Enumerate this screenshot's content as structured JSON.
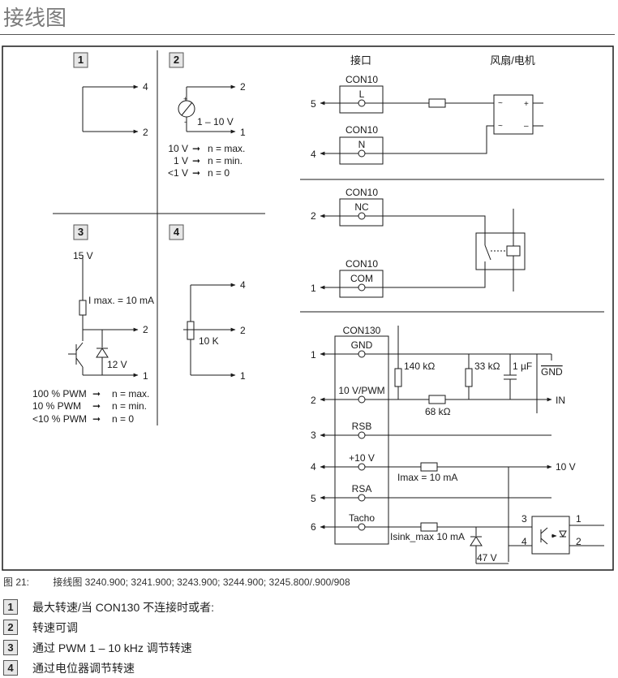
{
  "page": {
    "title": "接线图"
  },
  "left_panel": {
    "boxes": [
      "1",
      "2",
      "3",
      "4"
    ],
    "p1": {
      "pin_a": "4",
      "pin_b": "2"
    },
    "p2": {
      "pin_a": "2",
      "pin_b": "1",
      "plus": "+",
      "minus": "-",
      "voltage": "1 – 10 V",
      "lines": [
        {
          "in": "10 V",
          "out": "n = max."
        },
        {
          "in": "1 V",
          "out": "n = min."
        },
        {
          "in": "<1 V",
          "out": "n = 0"
        }
      ]
    },
    "p3": {
      "supply": "15 V",
      "imax": "I max. = 10 mA",
      "pin_a": "2",
      "pin_b": "1",
      "zener": "12 V",
      "lines": [
        {
          "in": "100 % PWM",
          "out": "n = max."
        },
        {
          "in": "10 % PWM",
          "out": "n = min."
        },
        {
          "in": "<10 % PWM",
          "out": "n = 0"
        }
      ]
    },
    "p4": {
      "pin_a": "4",
      "pin_b": "2",
      "pin_c": "1",
      "pot": "10 K"
    }
  },
  "right_panel": {
    "header_interface": "接口",
    "header_fan": "风扇/电机",
    "con10_blocks": [
      {
        "name": "CON10",
        "pin": "L",
        "num": "5"
      },
      {
        "name": "CON10",
        "pin": "N",
        "num": "4"
      },
      {
        "name": "CON10",
        "pin": "NC",
        "num": "2"
      },
      {
        "name": "CON10",
        "pin": "COM",
        "num": "1"
      }
    ],
    "motor": {
      "tl": "~",
      "tr": "+",
      "bl": "~",
      "br": "–"
    },
    "con130": {
      "name": "CON130",
      "pins": [
        {
          "label": "GND",
          "num": "1"
        },
        {
          "label": "10 V/PWM",
          "num": "2"
        },
        {
          "label": "RSB",
          "num": "3"
        },
        {
          "label": "+10 V",
          "num": "4"
        },
        {
          "label": "RSA",
          "num": "5"
        },
        {
          "label": "Tacho",
          "num": "6"
        }
      ]
    },
    "components": {
      "r140": "140 kΩ",
      "r33": "33 kΩ",
      "c1": "1 µF",
      "gnd": "GND",
      "in": "IN",
      "r68": "68 kΩ",
      "out10v": "10 V",
      "imax": "Imax = 10 mA",
      "isink": "Isink_max 10 mA",
      "z47": "47 V",
      "opto": {
        "p3": "3",
        "p1": "1",
        "p4": "4",
        "p2": "2"
      }
    }
  },
  "caption": {
    "figure": "图 21:",
    "text": "接线图 3240.900; 3241.900; 3243.900; 3244.900; 3245.800/.900/908"
  },
  "legend": [
    {
      "num": "1",
      "text": "最大转速/当 CON130 不连接时或者:"
    },
    {
      "num": "2",
      "text": "转速可调"
    },
    {
      "num": "3",
      "text": "通过 PWM 1 – 10 kHz 调节转速"
    },
    {
      "num": "4",
      "text": "通过电位器调节转速"
    }
  ]
}
